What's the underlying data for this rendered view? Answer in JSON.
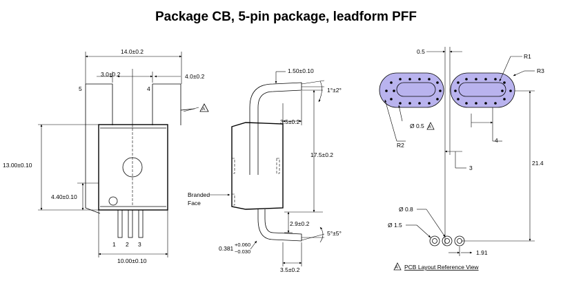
{
  "title": "Package CB, 5-pin package, leadform PFF",
  "front_view": {
    "width_top": "14.0±0.2",
    "pin_gap_left": "3.0±0.2",
    "pin_gap_right": "4.0±0.2",
    "pin_label_5": "5",
    "pin_label_4": "4",
    "body_height": "13.00±0.10",
    "hole_height": "4.40±0.10",
    "width_bottom": "10.00±0.10",
    "pin_label_1": "1",
    "pin_label_2": "2",
    "pin_label_3": "3",
    "callout_a": "A"
  },
  "side_view": {
    "top_lead_thickness": "1.50±0.10",
    "top_angle": "1°±2°",
    "top_offset": "3.5±0.2",
    "lead_span": "17.5±0.2",
    "branded_face_line1": "Branded",
    "branded_face_line2": "Face",
    "lead_bend_height": "2.9±0.2",
    "bottom_angle": "5°±5°",
    "lead_thickness_base": "0.381",
    "lead_thickness_plus": "+0.060",
    "lead_thickness_minus": "−0.030",
    "bottom_offset": "3.5±0.2"
  },
  "pcb_view": {
    "dim_top": "0.5",
    "radius_1": "R1",
    "radius_3": "R3",
    "radius_2": "R2",
    "via_diameter": "Ø 0.5",
    "callout_a": "A",
    "dim_4": "4",
    "dim_3": "3",
    "dim_21_4": "21.4",
    "hole_diameter_small": "Ø 0.8",
    "hole_diameter_large": "Ø 1.5",
    "pitch": "1.91",
    "caption": "PCB Layout Reference View",
    "caption_marker": "A",
    "pad_color": "#b9b3ee"
  }
}
